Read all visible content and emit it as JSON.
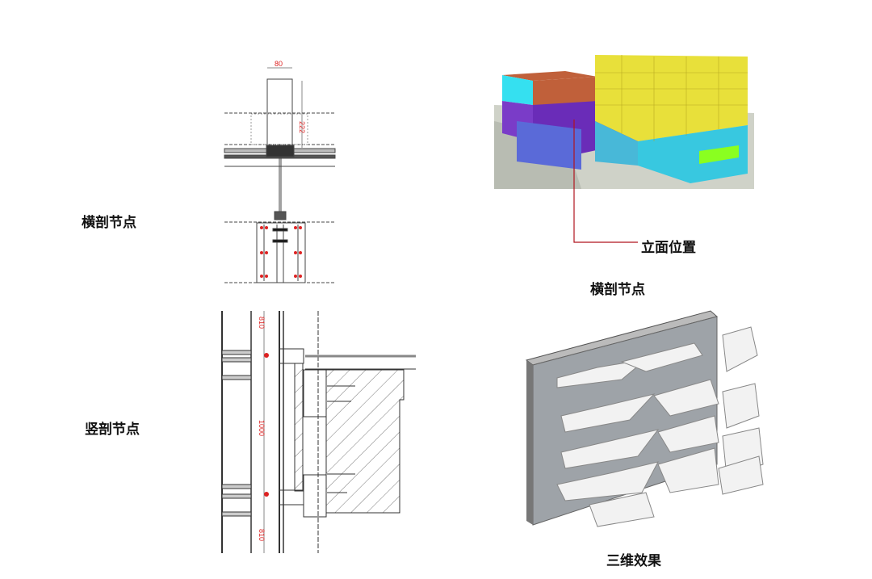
{
  "labels": {
    "horizontal_section_left": "横剖节点",
    "vertical_section": "竖剖节点",
    "elevation_position": "立面位置",
    "horizontal_section_right": "横剖节点",
    "three_d_effect": "三维效果"
  },
  "dimensions": {
    "mullion_width": "80",
    "mullion_depth": "222",
    "panel_height": "1000",
    "top_offset": "810",
    "bottom_offset": "810"
  },
  "colors": {
    "dimension_red": "#d22222",
    "leader_line": "#b0141e",
    "facade_yellow": "#e8e03a",
    "facade_purple": "#7a3cc8",
    "facade_cyan": "#38c8e0",
    "roof_brown": "#c0603a"
  }
}
